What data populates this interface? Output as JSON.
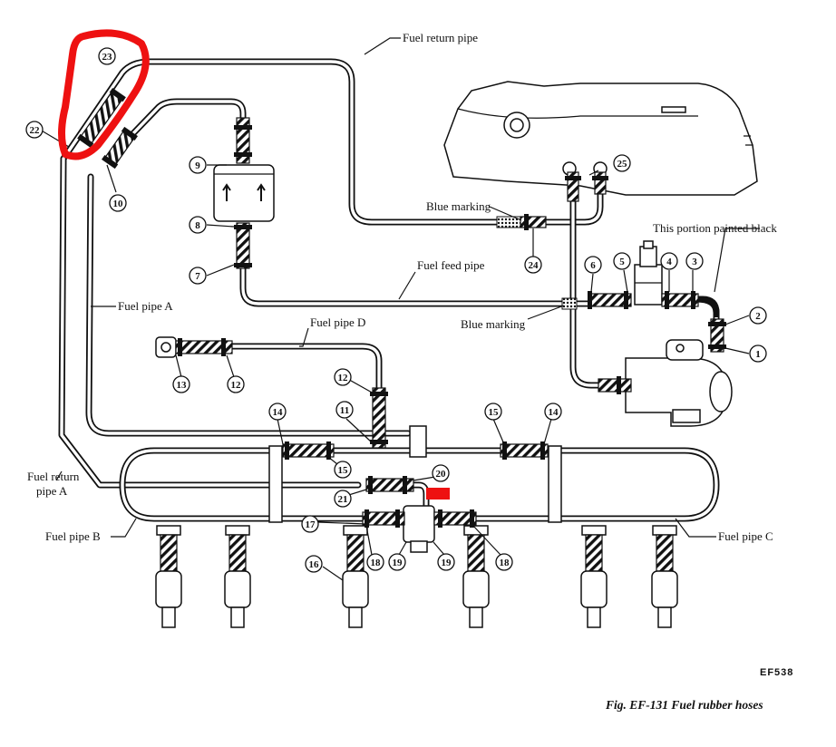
{
  "figure": {
    "code": "EF538",
    "caption": "Fig. EF-131  Fuel rubber hoses"
  },
  "labels": {
    "fuel_return_pipe": "Fuel return pipe",
    "blue_marking_upper": "Blue marking",
    "painted_black": "This portion painted black",
    "fuel_feed_pipe": "Fuel feed pipe",
    "fuel_pipe_a": "Fuel pipe A",
    "fuel_pipe_d": "Fuel pipe D",
    "blue_marking_lower": "Blue marking",
    "fuel_return_pipe_a_line1": "Fuel return",
    "fuel_return_pipe_a_line2": "pipe A",
    "fuel_pipe_b": "Fuel pipe B",
    "fuel_pipe_c": "Fuel pipe C"
  },
  "callouts": {
    "n1": "1",
    "n2": "2",
    "n3": "3",
    "n4": "4",
    "n5": "5",
    "n6": "6",
    "n7": "7",
    "n8": "8",
    "n9": "9",
    "n10": "10",
    "n11": "11",
    "n12a": "12",
    "n12b": "12",
    "n13": "13",
    "n14a": "14",
    "n14b": "14",
    "n15a": "15",
    "n15b": "15",
    "n16": "16",
    "n17": "17",
    "n18a": "18",
    "n18b": "18",
    "n19a": "19",
    "n19b": "19",
    "n20": "20",
    "n21": "21",
    "n22": "22",
    "n23": "23",
    "n24": "24",
    "n25": "25"
  },
  "markup_colors": {
    "annotation_red": "#ee1111"
  }
}
